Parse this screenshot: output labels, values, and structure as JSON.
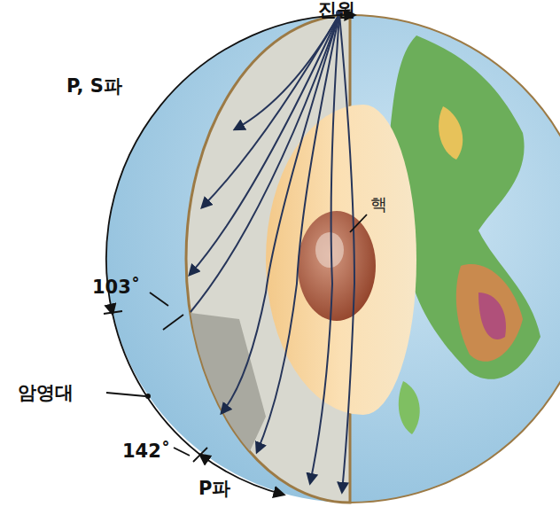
{
  "diagram": {
    "labels": [
      "진원",
      "P, S파",
      "핵",
      "103˚",
      "암영대",
      "142˚",
      "P파"
    ]
  }
}
